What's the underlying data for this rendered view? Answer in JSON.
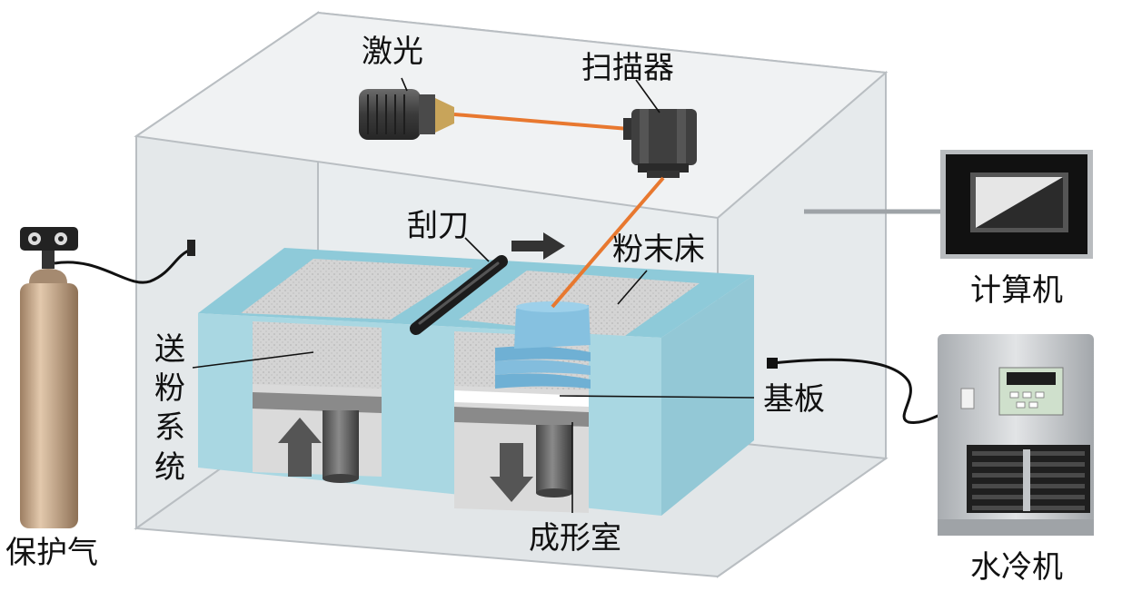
{
  "labels": {
    "laser": "激光",
    "scanner": "扫描器",
    "scraper": "刮刀",
    "powder_bed": "粉末床",
    "computer": "计算机",
    "powder_feed_system": "送粉系统",
    "substrate": "基板",
    "build_chamber": "成形室",
    "shield_gas": "保护气",
    "water_chiller": "水冷机"
  },
  "colors": {
    "enclosure_fill": "#eef1f2",
    "enclosure_edge": "#b9bec2",
    "powder_block": "#a9d7e2",
    "powder_block_top": "#8ecad9",
    "powder_surface": "#dcdcdc",
    "laser_beam": "#e8782f",
    "part": "#7ab7d8",
    "gas_cylinder": "#c9a98a",
    "device_body": "#d0d3d6",
    "arrow": "#555555"
  }
}
